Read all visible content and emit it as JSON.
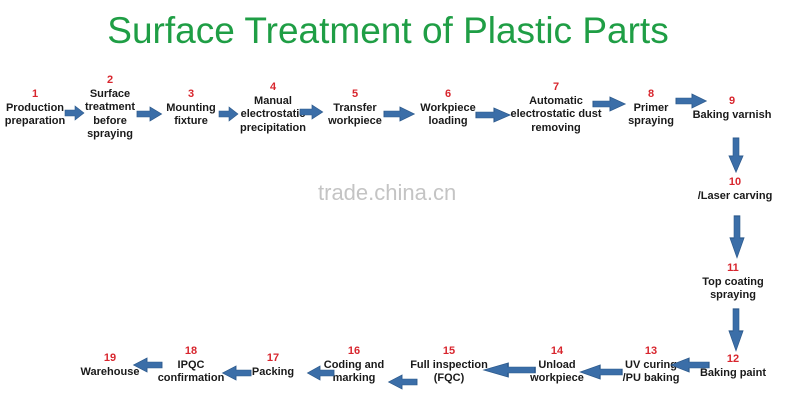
{
  "title": "Surface Treatment of Plastic Parts",
  "watermark": "trade.china.cn",
  "colors": {
    "title": "#1f9e45",
    "step_number": "#d8262e",
    "arrow": "#3b6ea8"
  },
  "steps": [
    {
      "num": "1",
      "label": "Production\npreparation"
    },
    {
      "num": "2",
      "label": "Surface\ntreatment\nbefore\nspraying"
    },
    {
      "num": "3",
      "label": "Mounting\nfixture"
    },
    {
      "num": "4",
      "label": "Manual\nelectrostatic\nprecipitation"
    },
    {
      "num": "5",
      "label": "Transfer\nworkpiece"
    },
    {
      "num": "6",
      "label": "Workpiece\nloading"
    },
    {
      "num": "7",
      "label": "Automatic\nelectrostatic dust\nremoving"
    },
    {
      "num": "8",
      "label": "Primer\nspraying"
    },
    {
      "num": "9",
      "label": "Baking varnish"
    },
    {
      "num": "10",
      "label": "/Laser carving"
    },
    {
      "num": "11",
      "label": "Top coating\nspraying"
    },
    {
      "num": "12",
      "label": "Baking paint"
    },
    {
      "num": "13",
      "label": "UV curing\n/PU baking"
    },
    {
      "num": "14",
      "label": "Unload\nworkpiece"
    },
    {
      "num": "15",
      "label": "Full inspection\n(FQC)"
    },
    {
      "num": "16",
      "label": "Coding and\nmarking"
    },
    {
      "num": "17",
      "label": "Packing"
    },
    {
      "num": "18",
      "label": "IPQC\nconfirmation"
    },
    {
      "num": "19",
      "label": "Warehouse"
    }
  ]
}
